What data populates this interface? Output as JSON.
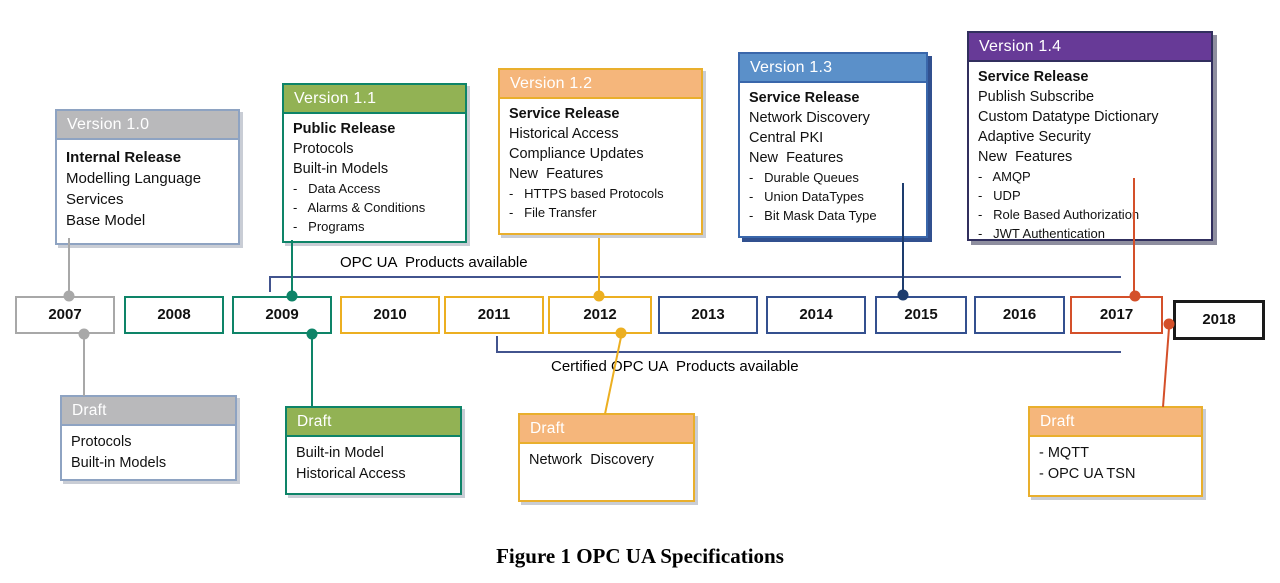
{
  "figure_caption": "Figure 1 OPC UA Specifications",
  "brackets": {
    "products": "OPC UA  Products available",
    "certified": "Certified OPC UA  Products available"
  },
  "colors": {
    "gray": "#a8a8a8",
    "teal": "#0e8468",
    "gold": "#ecaf21",
    "navy_line": "#1d3c6e",
    "bracket_navy": "#42548e",
    "orange_red": "#d4502a",
    "year_navy": "#34508f",
    "black": "#1a1a1a"
  },
  "timeline": {
    "years": [
      {
        "label": "2007",
        "border": "#a8a8a8"
      },
      {
        "label": "2008",
        "border": "#0e8468"
      },
      {
        "label": "2009",
        "border": "#0e8468"
      },
      {
        "label": "2010",
        "border": "#ecaf21"
      },
      {
        "label": "2011",
        "border": "#ecaf21"
      },
      {
        "label": "2012",
        "border": "#ecaf21"
      },
      {
        "label": "2013",
        "border": "#34508f"
      },
      {
        "label": "2014",
        "border": "#34508f"
      },
      {
        "label": "2015",
        "border": "#34508f"
      },
      {
        "label": "2016",
        "border": "#34508f"
      },
      {
        "label": "2017",
        "border": "#d4502a"
      },
      {
        "label": "2018",
        "border": "#1a1a1a"
      }
    ]
  },
  "versions": [
    {
      "title": "Version 1.0",
      "year": "2007",
      "header_color": "#b9b9bb",
      "border_color": "#8ea3c2",
      "connector_color": "#a8a8a8",
      "lines": [
        {
          "text": "Internal Release"
        },
        {
          "text": "Modelling Language"
        },
        {
          "text": "Services"
        },
        {
          "text": "Base Model"
        }
      ]
    },
    {
      "title": "Version 1.1",
      "year": "2009",
      "header_color": "#92b254",
      "border_color": "#0e8468",
      "connector_color": "#0e8468",
      "lines": [
        {
          "text": "Public Release"
        },
        {
          "text": "Protocols"
        },
        {
          "text": "Built-in Models"
        },
        {
          "text": "-   Data Access"
        },
        {
          "text": "-   Alarms & Conditions"
        },
        {
          "text": "-   Programs"
        }
      ]
    },
    {
      "title": "Version 1.2",
      "year": "2012",
      "header_color": "#f5b67b",
      "border_color": "#e9af2d",
      "connector_color": "#ecaf21",
      "lines": [
        {
          "text": "Service Release"
        },
        {
          "text": "Historical Access"
        },
        {
          "text": "Compliance Updates"
        },
        {
          "text": "New  Features"
        },
        {
          "text": "-   HTTPS based Protocols"
        },
        {
          "text": "-   File Transfer"
        }
      ]
    },
    {
      "title": "Version 1.3",
      "year": "2015",
      "header_color": "#5b90c9",
      "border_color": "#3a67ab",
      "connector_color": "#1d3c6e",
      "lines": [
        {
          "text": "Service Release"
        },
        {
          "text": "Network Discovery"
        },
        {
          "text": "Central PKI"
        },
        {
          "text": "New  Features"
        },
        {
          "text": "-   Durable Queues"
        },
        {
          "text": "-   Union DataTypes"
        },
        {
          "text": "-   Bit Mask Data Type"
        }
      ]
    },
    {
      "title": "Version 1.4",
      "year": "2017",
      "header_color": "#673a97",
      "border_color": "#312f5e",
      "connector_color": "#d4502a",
      "lines": [
        {
          "text": "Service Release"
        },
        {
          "text": "Publish Subscribe"
        },
        {
          "text": "Custom Datatype Dictionary"
        },
        {
          "text": "Adaptive Security"
        },
        {
          "text": "New  Features"
        },
        {
          "text": "-   AMQP"
        },
        {
          "text": "-   UDP"
        },
        {
          "text": "-   Role Based Authorization"
        },
        {
          "text": "-   JWT Authentication"
        }
      ]
    }
  ],
  "drafts": [
    {
      "title": "Draft",
      "year": "2007",
      "header_color": "#b9b9bb",
      "border_color": "#8ea3c2",
      "lines": [
        "Protocols",
        "Built-in Models"
      ]
    },
    {
      "title": "Draft",
      "year": "2009",
      "header_color": "#92b254",
      "border_color": "#0e8468",
      "lines": [
        "Built-in Model",
        "Historical Access"
      ]
    },
    {
      "title": "Draft",
      "year": "2012",
      "header_color": "#f5b67b",
      "border_color": "#e9af2d",
      "lines": [
        "Network  Discovery"
      ]
    },
    {
      "title": "Draft",
      "year": "2017",
      "header_color": "#f5b67b",
      "border_color": "#e9af2d",
      "lines": [
        "- MQTT",
        "- OPC UA TSN"
      ]
    }
  ]
}
